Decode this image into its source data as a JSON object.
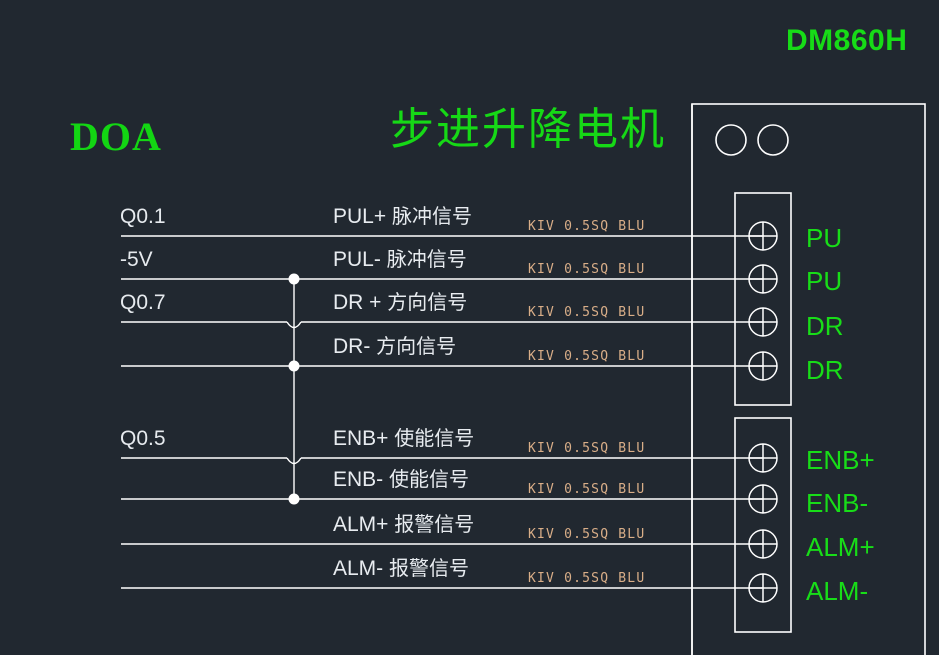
{
  "diagram": {
    "device_model": "DM860H",
    "source_label": "DOA",
    "title_cn": "步进升降电机",
    "background_color": "#212830",
    "wire_color": "#ffffff",
    "accent_green": "#18dd18",
    "cable_text_color": "#d9ae88"
  },
  "rows": [
    {
      "io": "Q0.1",
      "signal": "PUL+",
      "signal_cn": "脉冲信号",
      "cable": "KIV 0.5SQ BLU",
      "terminal": "PU"
    },
    {
      "io": "-5V",
      "signal": "PUL-",
      "signal_cn": "脉冲信号",
      "cable": "KIV 0.5SQ BLU",
      "terminal": "PU"
    },
    {
      "io": "Q0.7",
      "signal": "DR +",
      "signal_cn": "方向信号",
      "cable": "KIV 0.5SQ BLU",
      "terminal": "DR"
    },
    {
      "io": "",
      "signal": "DR-",
      "signal_cn": "方向信号",
      "cable": "KIV 0.5SQ BLU",
      "terminal": "DR"
    },
    {
      "io": "Q0.5",
      "signal": "ENB+",
      "signal_cn": "使能信号",
      "cable": "KIV 0.5SQ BLU",
      "terminal": "ENB+"
    },
    {
      "io": "",
      "signal": "ENB-",
      "signal_cn": "使能信号",
      "cable": "KIV 0.5SQ BLU",
      "terminal": "ENB-"
    },
    {
      "io": "",
      "signal": "ALM+",
      "signal_cn": "报警信号",
      "cable": "KIV 0.5SQ BLU",
      "terminal": "ALM+"
    },
    {
      "io": "",
      "signal": "ALM-",
      "signal_cn": "报警信号",
      "cable": "KIV 0.5SQ BLU",
      "terminal": "ALM-"
    }
  ]
}
